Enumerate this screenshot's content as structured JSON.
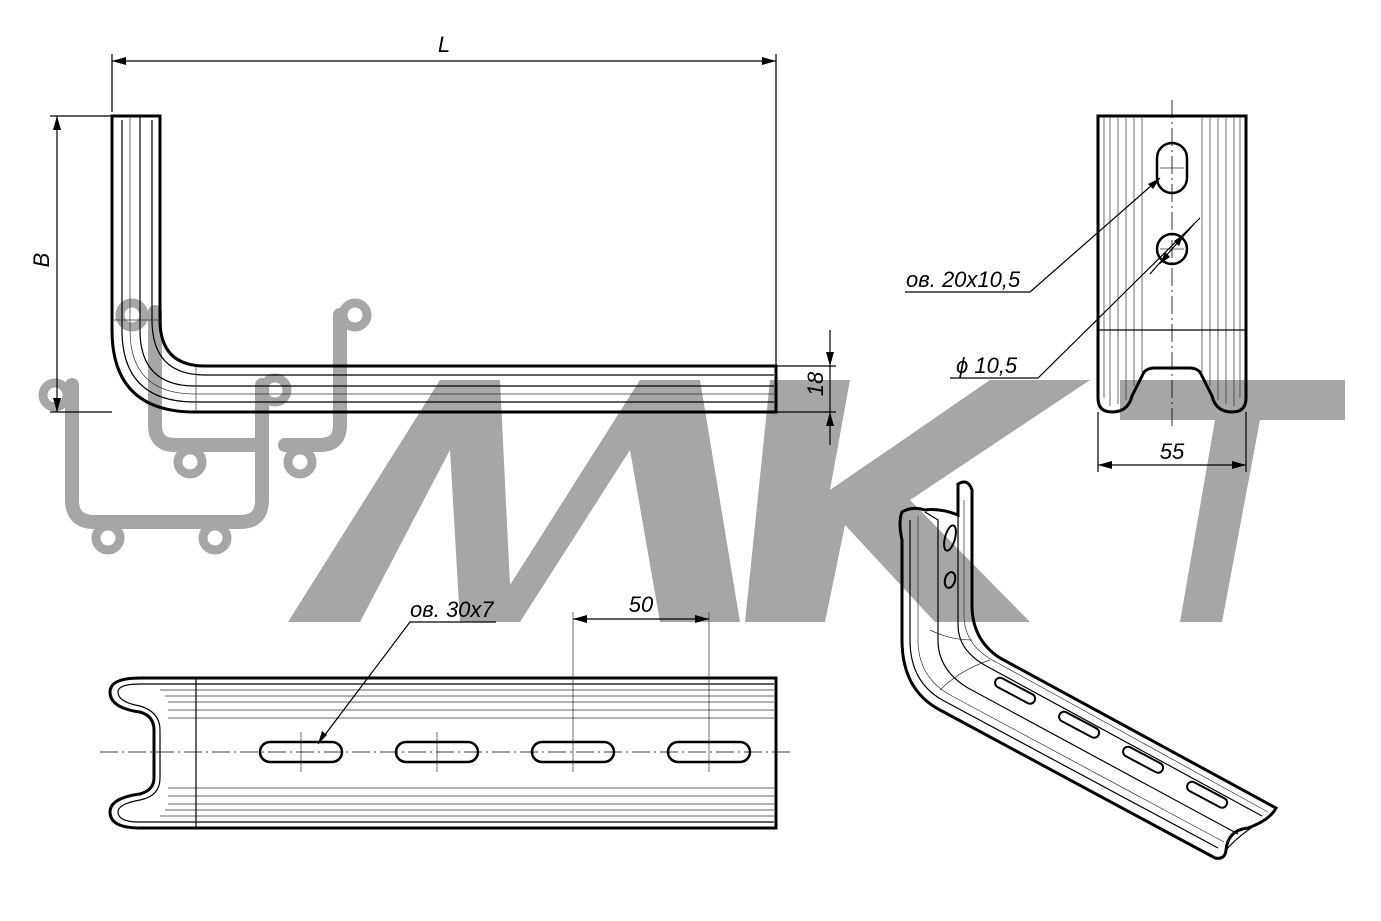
{
  "dimensions": {
    "length_label": "L",
    "height_label": "B",
    "thickness_label": "18",
    "width_label": "55",
    "pitch_label": "50",
    "slot_bottom_label": "ов. 30х7",
    "slot_top_label": "ов. 20х10,5",
    "hole_label": "ϕ 10,5"
  },
  "watermark": {
    "text": "МКТ",
    "color": "#a6a6a6"
  }
}
